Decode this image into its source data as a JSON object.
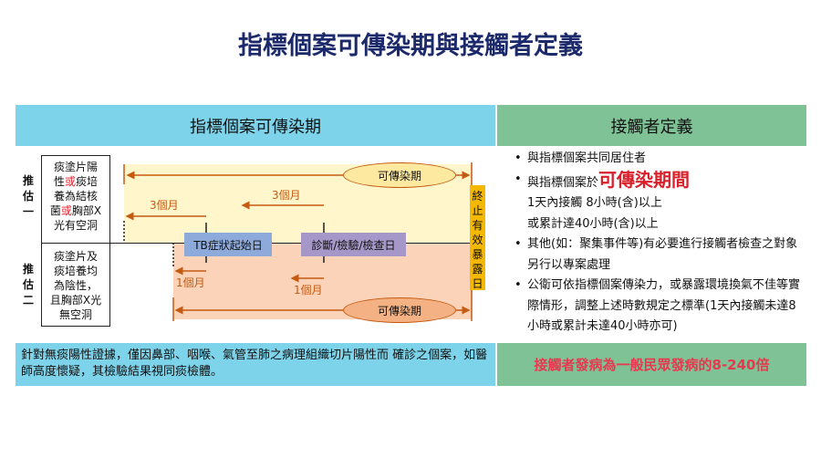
{
  "title": "指標個案可傳染期與接觸者定義",
  "left_header": "指標個案可傳染期",
  "right_header": "接觸者定義",
  "diagram": {
    "est1_label": "推估一",
    "est1_desc": [
      "痰塗片陽",
      "性",
      "或",
      "痰培",
      "養為結核",
      "菌",
      "或",
      "胸部X",
      "光有空洞"
    ],
    "est2_label": "推估二",
    "est2_desc": "痰塗片及痰培養均為陰性，且胸部X光無空洞",
    "infectious_period": "可傳染期",
    "three_months": "3個月",
    "one_month": "1個月",
    "tb_onset": "TB症狀起始日",
    "diagnosis": "診斷/檢驗/檢查日",
    "end_exposure": "終止有效暴露日"
  },
  "note": "針對無痰陽性證據，僅因鼻部、咽喉、氣管至肺之病理組織切片陽性而 確診之個案，如醫師高度懷疑，其檢驗結果視同痰檢體。",
  "definitions": {
    "item1": "與指標個案共同居住者",
    "item2_prefix": "與指標個案於",
    "item2_emph": "可傳染期間",
    "item2_line2": "1天內接觸 8小時(含)以上",
    "item2_line3": "或累計達40小時(含)以上",
    "item3": "其他(如：聚集事件等)有必要進行接觸者檢查之對象另行以專案處理",
    "item4": "公衛可依指標個案傳染力，或暴露環境換氣不佳等實際情形，調整上述時數規定之標準(1天內接觸未達8小時或累計未達40小時亦可)"
  },
  "stat": "接觸者發病為一般民眾發病的8-240倍",
  "colors": {
    "blue": "#7dd3ea",
    "green": "#7fc295",
    "yellow": "#fff6cc",
    "orange": "#fbd3b8",
    "accent": "#c55a11"
  }
}
